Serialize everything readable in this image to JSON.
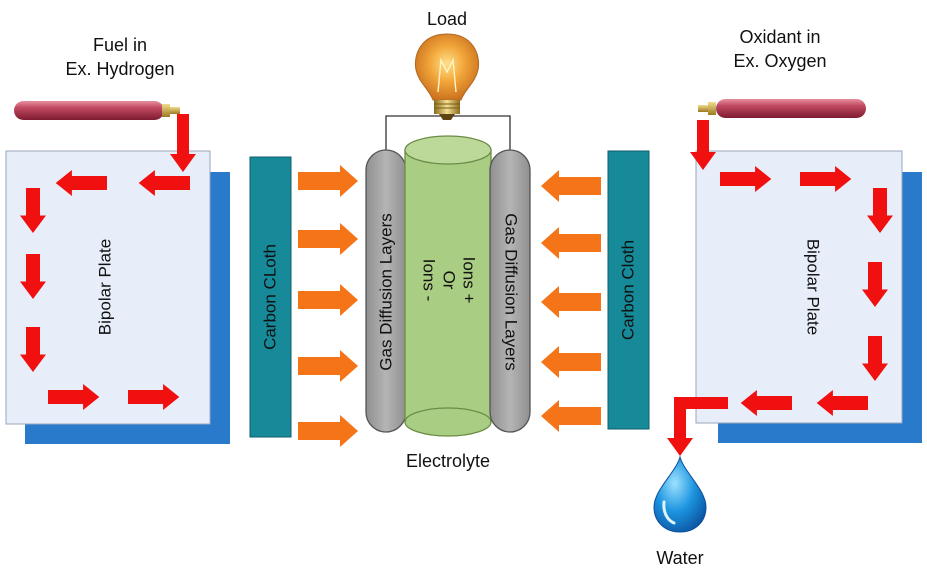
{
  "labels": {
    "fuel_line1": "Fuel in",
    "fuel_line2": "Ex. Hydrogen",
    "load": "Load",
    "oxidant_line1": "Oxidant in",
    "oxidant_line2": "Ex. Oxygen",
    "electrolyte": "Electrolyte",
    "water": "Water",
    "left_bipolar": "Bipolar Plate",
    "right_bipolar": "Bipolar Plate",
    "left_carbon": "Carbon CLoth",
    "right_carbon": "Carbon Cloth",
    "left_gdl": "Gas Diffusion Layers",
    "right_gdl": "Gas Diffusion Layers",
    "ions_line1": "Ions +",
    "ions_line2": "Or",
    "ions_line3": "Ions -"
  },
  "colors": {
    "plate_face": "#e8eef9",
    "plate_shadow": "#2a7acb",
    "carbon_cloth": "#168a99",
    "gdl": "#a3a3a3",
    "electrolyte": "#a9cd82",
    "flow_arrow": "#f01010",
    "gas_arrow": "#f57418",
    "cylinder": "#b9344f"
  },
  "icons": {
    "fuel_tank": "gas-cylinder-icon",
    "oxidant_tank": "gas-cylinder-icon",
    "load": "light-bulb-icon",
    "water": "water-drop-icon"
  }
}
